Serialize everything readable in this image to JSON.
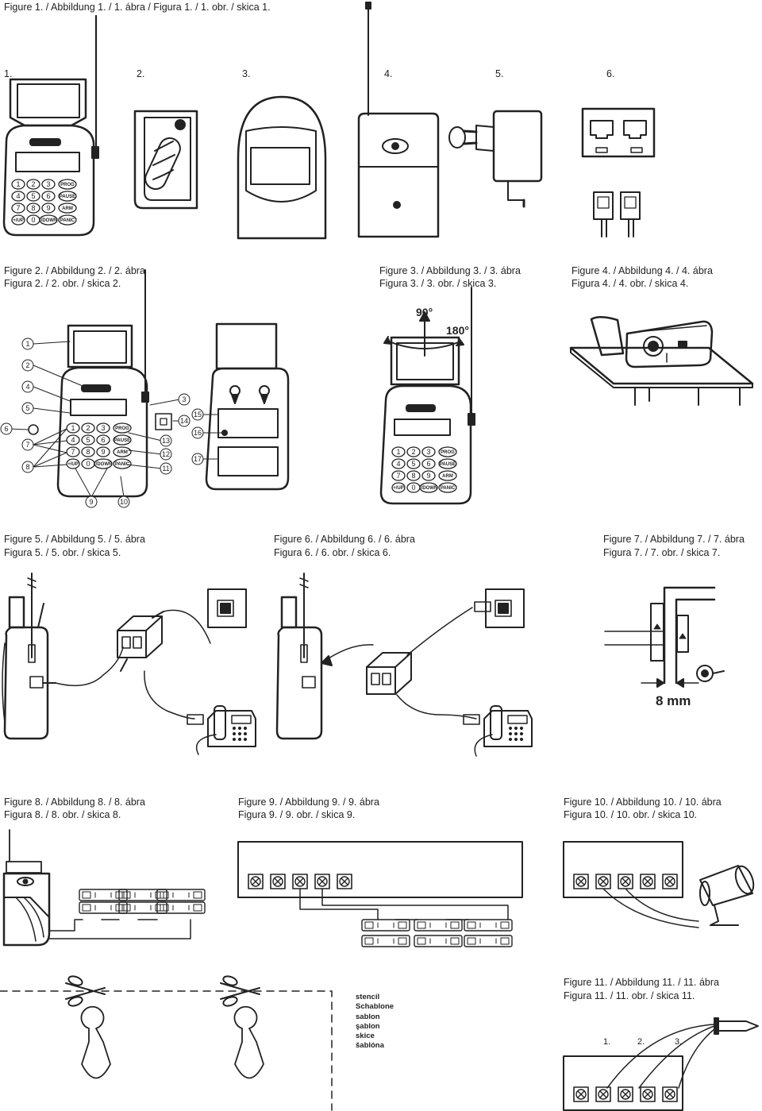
{
  "fig1": {
    "title": "Figure 1. / Abbildung 1. / 1. ábra / Figura 1. / 1. obr. / skica 1.",
    "labels": [
      "1.",
      "2.",
      "3.",
      "4.",
      "5.",
      "6."
    ]
  },
  "fig2": {
    "line1": "Figure 2. / Abbildung 2. / 2. ábra",
    "line2": "Figura 2. / 2. obr. / skica 2.",
    "callouts": [
      "1",
      "2",
      "3",
      "4",
      "5",
      "6",
      "7",
      "8",
      "9",
      "10",
      "11",
      "12",
      "13",
      "14",
      "15",
      "16",
      "17"
    ]
  },
  "fig3": {
    "line1": "Figure 3. / Abbildung 3. / 3. ábra",
    "line2": "Figura 3. / 3. obr. / skica 3.",
    "angle1": "90°",
    "angle2": "180°"
  },
  "fig4": {
    "line1": "Figure 4. / Abbildung 4. / 4. ábra",
    "line2": "Figura 4. / 4. obr. / skica 4."
  },
  "fig5": {
    "line1": "Figure 5. / Abbildung 5. / 5. ábra",
    "line2": "Figura 5. / 5. obr. / skica 5."
  },
  "fig6": {
    "line1": "Figure 6. / Abbildung 6. / 6. ábra",
    "line2": "Figura 6. / 6. obr. / skica 6."
  },
  "fig7": {
    "line1": "Figure 7. / Abbildung 7. / 7. ábra",
    "line2": "Figura 7. / 7. obr. / skica 7.",
    "gap": "8 mm"
  },
  "fig8": {
    "line1": "Figure 8. / Abbildung 8. / 8. ábra",
    "line2": "Figura 8. / 8. obr. / skica 8."
  },
  "fig9": {
    "line1": "Figure 9. / Abbildung 9. / 9. ábra",
    "line2": "Figura 9. / 9. obr. / skica 9."
  },
  "fig10": {
    "line1": "Figure 10. / Abbildung 10. / 10. ábra",
    "line2": "Figura 10. / 10. obr. / skica 10."
  },
  "fig11": {
    "line1": "Figure 11. / Abbildung 11. / 11. ábra",
    "line2": "Figura 11. / 11. obr. / skica 11.",
    "labels": [
      "1.",
      "2.",
      "3."
    ]
  },
  "stencil": [
    "stencil",
    "Schablone",
    "sablon",
    "şablon",
    "skice",
    "šablóna"
  ],
  "keypad": {
    "keys": [
      "1",
      "2",
      "3",
      "PROG",
      "4",
      "5",
      "6",
      "PAUSE",
      "7",
      "8",
      "9",
      "ARM",
      "+/UP",
      "0",
      "-/DOWN",
      "PANIC"
    ]
  }
}
